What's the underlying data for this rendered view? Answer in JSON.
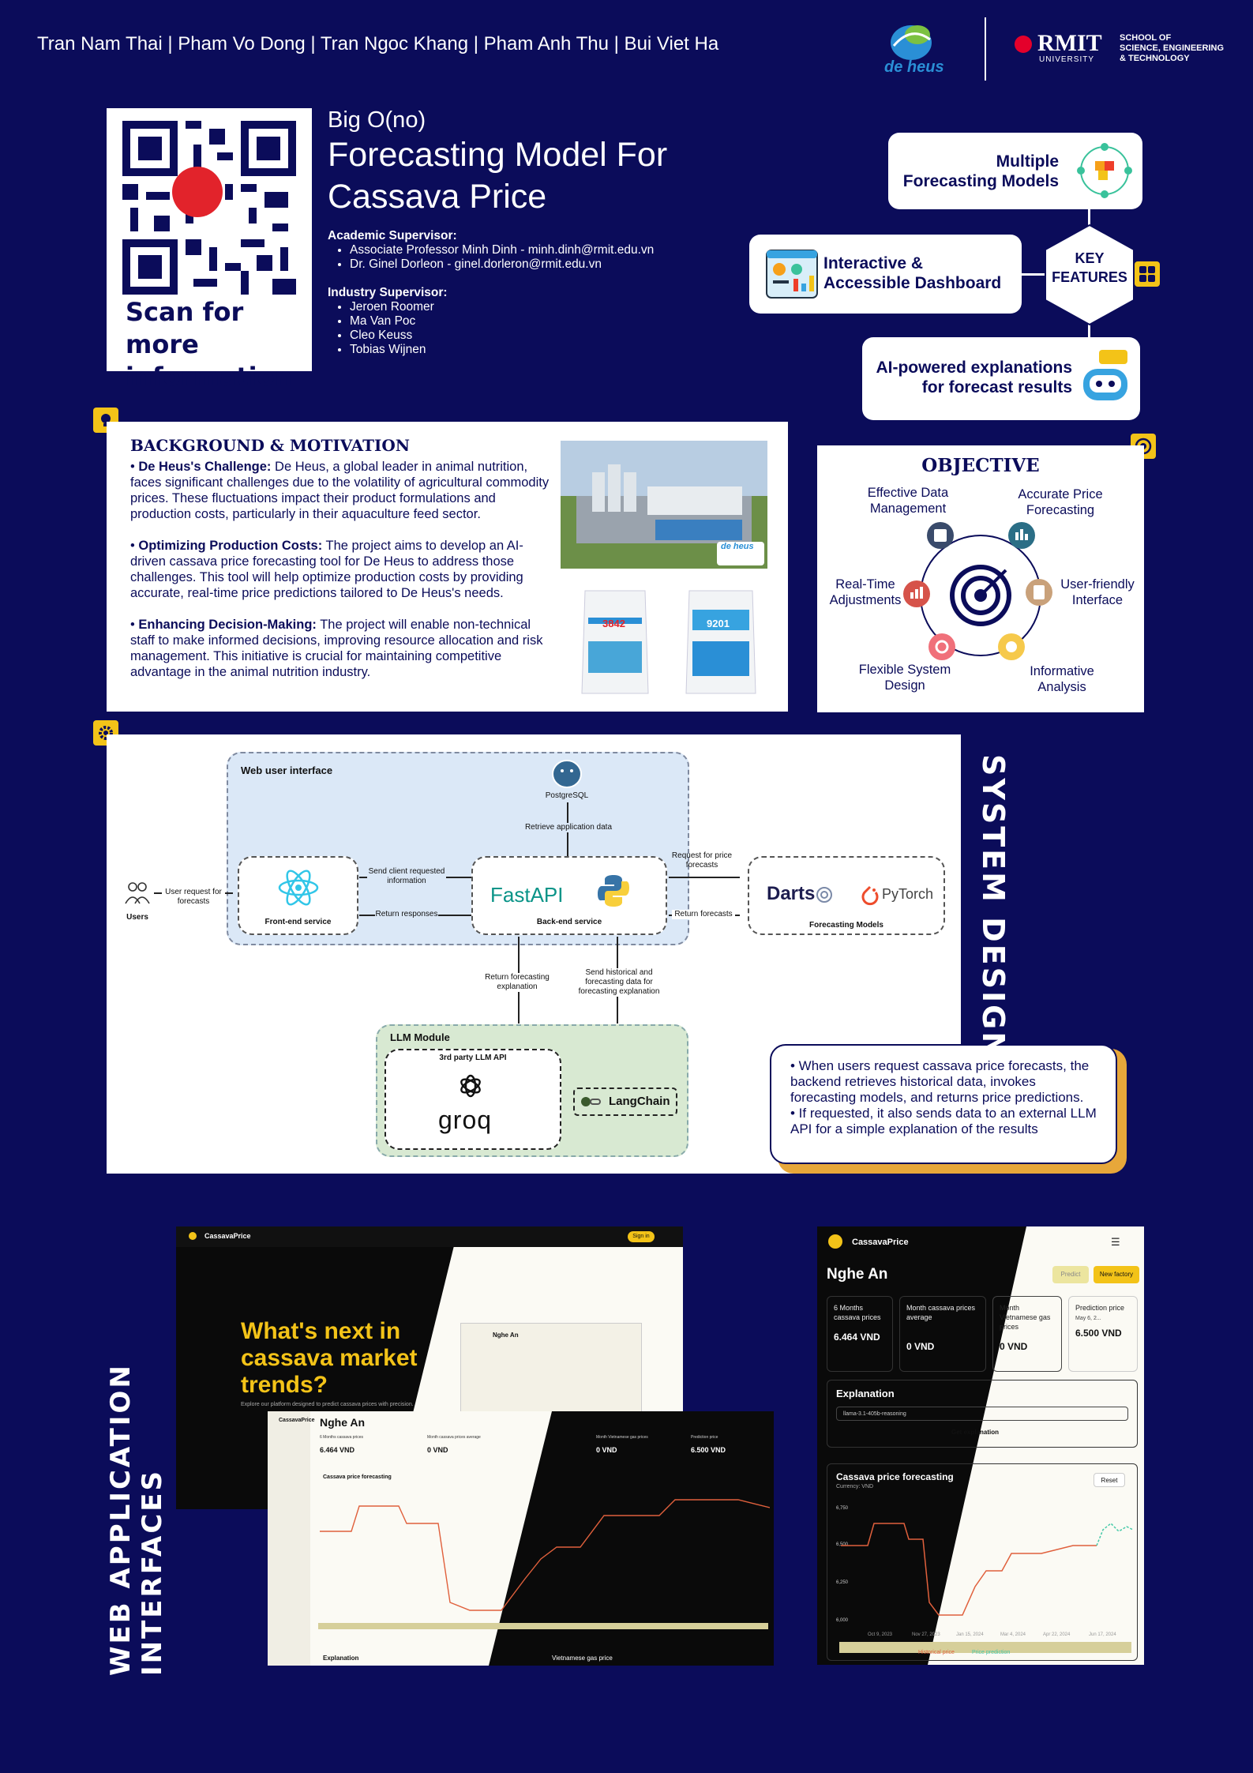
{
  "header": {
    "authors": "Tran Nam Thai | Pham Vo Dong | Tran Ngoc Khang | Pham Anh Thu | Bui Viet Ha",
    "logo_deheus": "de heus",
    "logo_rmit": "RMIT",
    "logo_rmit_sub": "UNIVERSITY",
    "school_line1": "SCHOOL OF",
    "school_line2": "SCIENCE, ENGINEERING",
    "school_line3": "& TECHNOLOGY"
  },
  "qr": {
    "line1": "Scan for more",
    "line2": "information"
  },
  "title": {
    "team": "Big O(no)",
    "main": "Forecasting Model For Cassava Price"
  },
  "supervisors": {
    "academic_heading": "Academic Supervisor:",
    "academic": [
      "Associate Professor Minh Dinh - minh.dinh@rmit.edu.vn",
      "Dr. Ginel Dorleon - ginel.dorleron@rmit.edu.vn"
    ],
    "industry_heading": "Industry Supervisor:",
    "industry": [
      "Jeroen Roomer",
      "Ma Van Poc",
      "Cleo Keuss",
      "Tobias Wijnen"
    ]
  },
  "key_features": {
    "center": "KEY FEATURES",
    "f1": "Multiple Forecasting Models",
    "f2": "Interactive & Accessible Dashboard",
    "f3": "AI-powered explanations for forecast results"
  },
  "background": {
    "heading": "BACKGROUND & MOTIVATION",
    "p1_bold": "De Heus's Challenge:",
    "p1": " De Heus, a global leader in animal nutrition, faces significant challenges due to the volatility of agricultural commodity prices. These fluctuations impact their product formulations and production costs, particularly in their aquaculture feed sector.",
    "p2_bold": "Optimizing Production Costs:",
    "p2": " The project aims to develop an AI-driven cassava price forecasting tool for De Heus to address those challenges. This tool will help optimize production costs by providing accurate, real-time price predictions tailored to De Heus's needs.",
    "p3_bold": "Enhancing Decision-Making:",
    "p3": " The project will enable non-technical staff to make informed decisions, improving resource allocation and risk management. This initiative is crucial for maintaining competitive advantage in the animal nutrition industry.",
    "bag1": "3842",
    "bag2": "9201"
  },
  "objective": {
    "heading": "OBJECTIVE",
    "items": [
      "Effective Data Management",
      "Accurate Price Forecasting",
      "User-friendly Interface",
      "Informative Analysis",
      "Flexible System Design",
      "Real-Time Adjustments"
    ]
  },
  "system": {
    "vertical_title": "SYSTEM DESIGN",
    "web_ui": "Web user interface",
    "postgres": "PostgreSQL",
    "retrieve": "Retrieve application data",
    "users": "Users",
    "user_request": "User request for forecasts",
    "send_client": "Send client requested information",
    "return_responses": "Return responses",
    "frontend": "Front-end service",
    "fastapi": "FastAPI",
    "backend": "Back-end service",
    "request_pf": "Request for price forecasts",
    "return_forecasts": "Return forecasts",
    "darts": "Darts",
    "pytorch": "PyTorch",
    "forecasting_models": "Forecasting Models",
    "return_expl": "Return forecasting explanation",
    "send_hist": "Send historical and forecasting data for forecasting explanation",
    "llm_module": "LLM Module",
    "third_party": "3rd party LLM API",
    "groq": "groq",
    "langchain": "LangChain",
    "note": "• When users request cassava price forecasts, the backend retrieves historical data, invokes forecasting models, and returns price predictions.\n• If requested, it also sends data to an external LLM API for a simple explanation of the results"
  },
  "webapp": {
    "vertical_title": "WEB APPLICATION INTERFACES",
    "brand": "CassavaPrice",
    "signin": "Sign in",
    "hero": "What's next in cassava market trends?",
    "hero_sub": "Explore our platform designed to predict cassava prices with precision.",
    "region": "Nghe An",
    "cards": [
      {
        "label": "6 Months cassava prices",
        "value": "6.464 VND"
      },
      {
        "label": "Month cassava prices average",
        "value": "0 VND"
      },
      {
        "label": "Month Vietnamese gas prices",
        "value": "0 VND"
      },
      {
        "label": "Prediction price",
        "value": "6.500 VND"
      }
    ],
    "pred_date": "May 6, 2...",
    "explanation": "Explanation",
    "model_select": "llama-3.1-405b-reasoning",
    "get_explanation": "Get explanation",
    "chart_title": "Cassava price forecasting",
    "currency": "Currency: VND",
    "reset": "Reset",
    "predict": "Predict",
    "new_factory": "New factory",
    "gas_title": "Vietnamese gas price",
    "x_ticks": [
      "Oct 9, 2023",
      "Nov 27, 2023",
      "Jan 15, 2024",
      "Mar 4, 2024",
      "Apr 22, 2024",
      "Jun 17, 2024"
    ],
    "y_ticks": [
      "6,750",
      "6,500",
      "6,250",
      "6,000"
    ],
    "legend_hist": "Historical price",
    "legend_pred": "Price prediction",
    "colors": {
      "accent": "#f3c318",
      "hist": "#e0603c",
      "pred": "#46c9a8"
    }
  }
}
